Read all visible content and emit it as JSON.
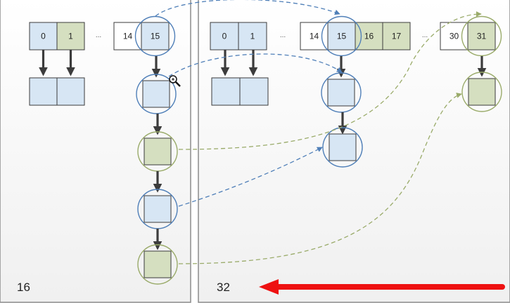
{
  "left_table": {
    "size_label": "16",
    "cells": [
      {
        "label": "0",
        "color": "blue"
      },
      {
        "label": "1",
        "color": "green"
      },
      {
        "label": "14",
        "color": "white"
      },
      {
        "label": "15",
        "color": "blue"
      }
    ],
    "ellipsis": "..."
  },
  "right_table": {
    "size_label": "32",
    "cells": [
      {
        "label": "0",
        "color": "blue"
      },
      {
        "label": "1",
        "color": "blue"
      },
      {
        "label": "14",
        "color": "white"
      },
      {
        "label": "15",
        "color": "blue"
      },
      {
        "label": "16",
        "color": "green"
      },
      {
        "label": "17",
        "color": "green"
      },
      {
        "label": "30",
        "color": "white"
      },
      {
        "label": "31",
        "color": "green"
      }
    ],
    "ellipsis": "..."
  },
  "colors": {
    "blue_node": "#d7e6f4",
    "green_node": "#d5dfc0",
    "blue_link": "#4f7fb8",
    "green_link": "#9aab6a",
    "red_arrow": "#ee1111"
  },
  "icons": [
    "zoom-cursor-icon",
    "red-left-arrow-icon"
  ]
}
